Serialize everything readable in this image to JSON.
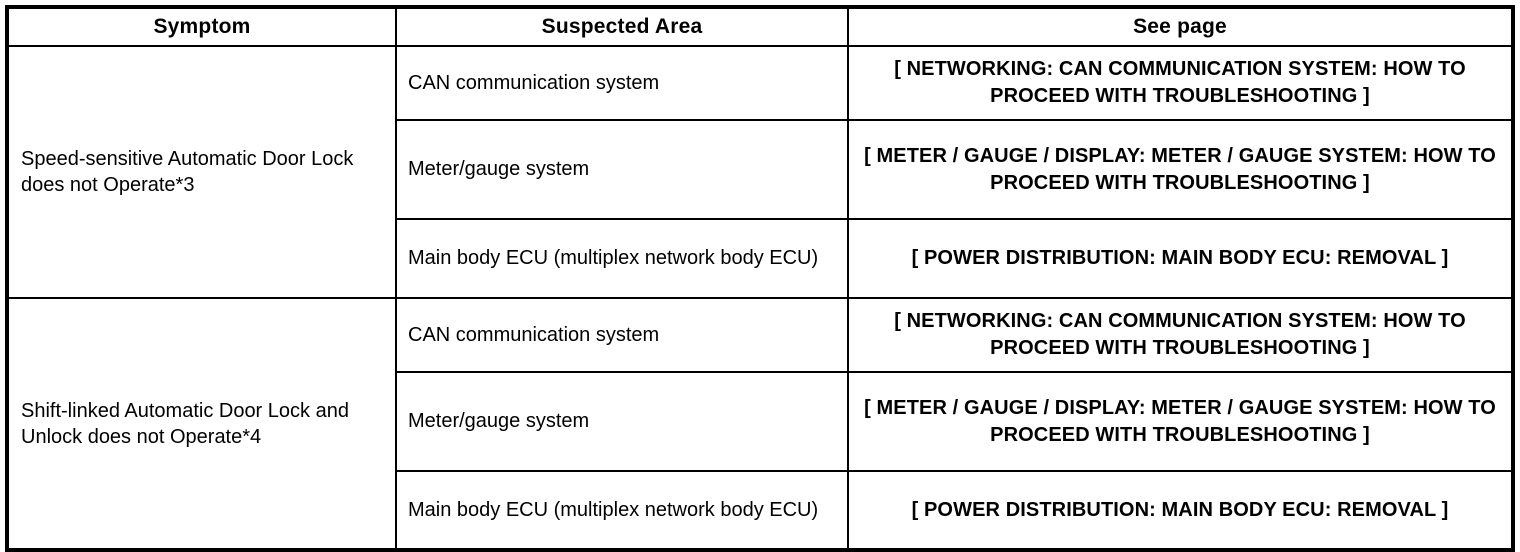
{
  "table": {
    "columns": [
      {
        "id": "symptom",
        "label": "Symptom",
        "align": "center"
      },
      {
        "id": "suspected_area",
        "label": "Suspected Area",
        "align": "center"
      },
      {
        "id": "see_page",
        "label": "See page",
        "align": "center"
      }
    ],
    "groups": [
      {
        "symptom": "Speed-sensitive Automatic Door Lock does not Operate*3",
        "rows": [
          {
            "suspected_area": "CAN communication system",
            "see_page": "[ NETWORKING: CAN COMMUNICATION SYSTEM: HOW TO PROCEED WITH TROUBLESHOOTING ]"
          },
          {
            "suspected_area": "Meter/gauge system",
            "see_page": "[ METER / GAUGE / DISPLAY: METER / GAUGE SYSTEM: HOW TO PROCEED WITH TROUBLESHOOTING ]"
          },
          {
            "suspected_area": "Main body ECU (multiplex network body ECU)",
            "see_page": "[ POWER DISTRIBUTION: MAIN BODY ECU: REMOVAL ]"
          }
        ]
      },
      {
        "symptom": "Shift-linked Automatic Door Lock and Unlock does not Operate*4",
        "rows": [
          {
            "suspected_area": "CAN communication system",
            "see_page": "[ NETWORKING: CAN COMMUNICATION SYSTEM: HOW TO PROCEED WITH TROUBLESHOOTING ]"
          },
          {
            "suspected_area": "Meter/gauge system",
            "see_page": "[ METER / GAUGE / DISPLAY: METER / GAUGE SYSTEM: HOW TO PROCEED WITH TROUBLESHOOTING ]"
          },
          {
            "suspected_area": "Main body ECU (multiplex network body ECU)",
            "see_page": "[ POWER DISTRIBUTION: MAIN BODY ECU: REMOVAL ]"
          }
        ]
      }
    ]
  },
  "colors": {
    "border": "#000000",
    "text": "#000000",
    "background": "#ffffff"
  }
}
